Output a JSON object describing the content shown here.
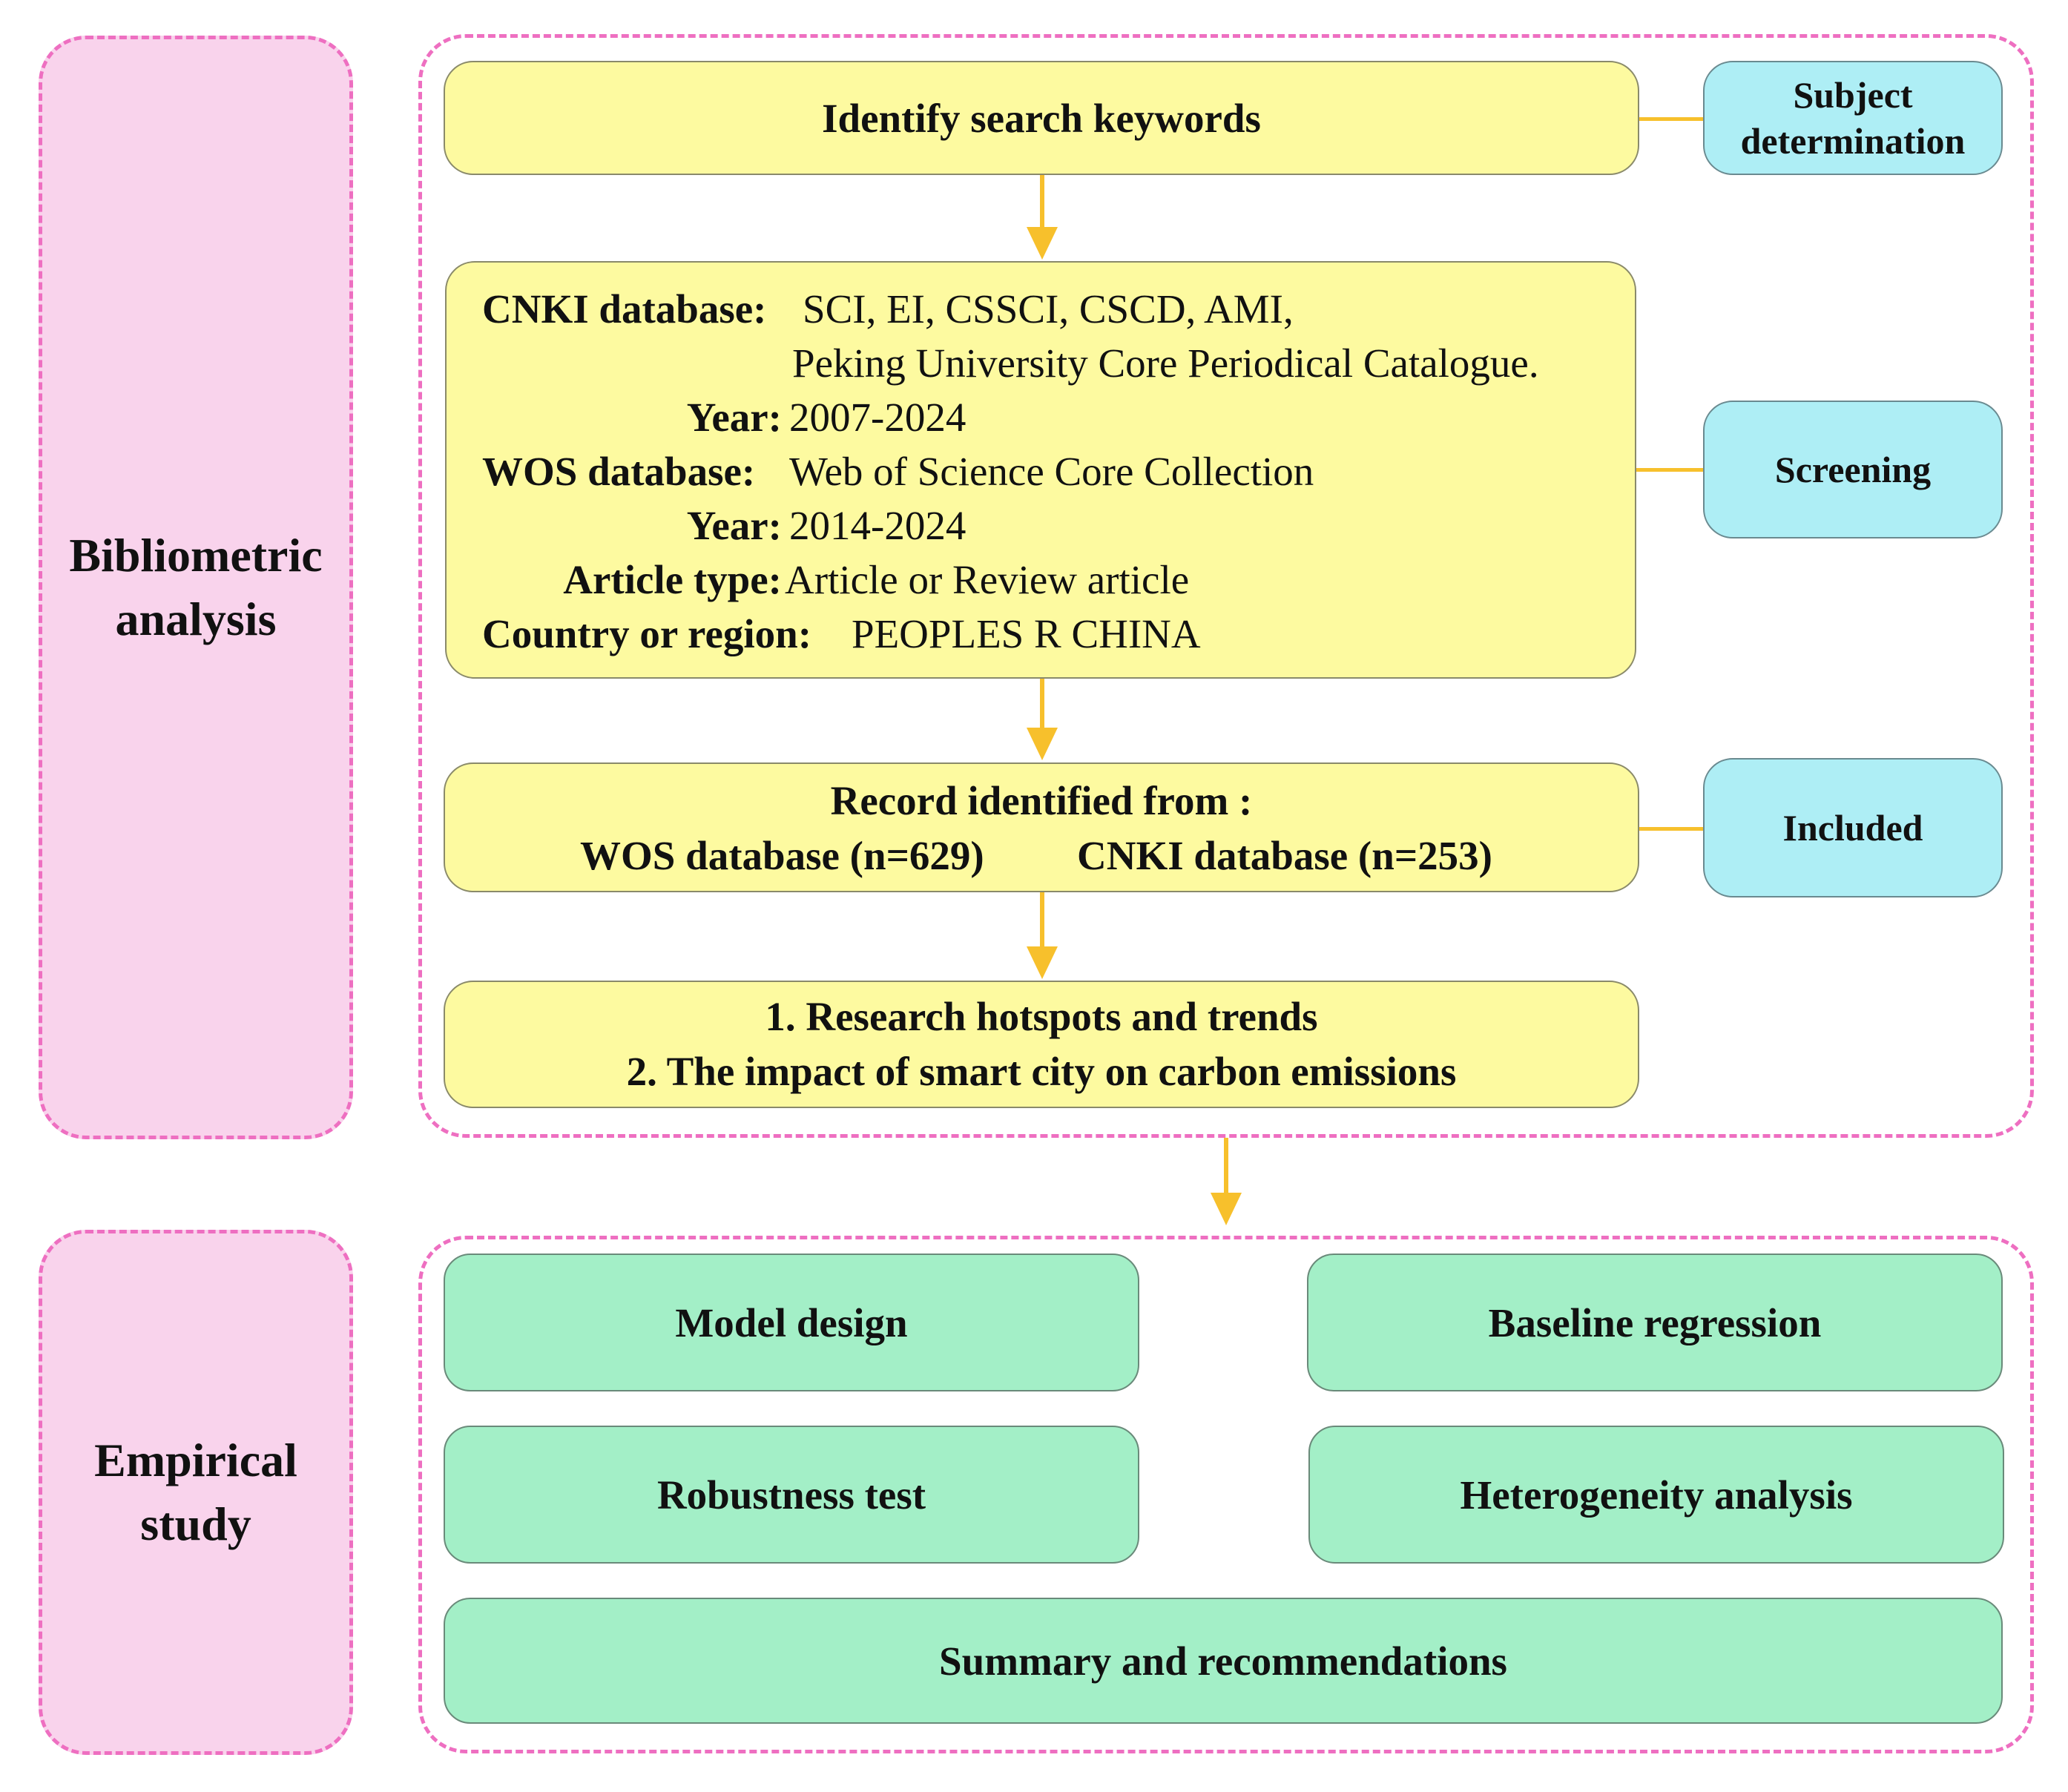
{
  "sections": {
    "bibliometric": "Bibliometric analysis",
    "empirical": "Empirical study"
  },
  "flow": {
    "keywords": "Identify search keywords",
    "criteria": [
      {
        "label": "CNKI database:",
        "value": "SCI, EI, CSSCI, CSCD, AMI,"
      },
      {
        "label": "",
        "value": "Peking University Core Periodical Catalogue."
      },
      {
        "label": "Year:",
        "value": "2007-2024"
      },
      {
        "label": "WOS database:",
        "value": "Web of Science Core Collection"
      },
      {
        "label": "Year:",
        "value": "2014-2024"
      },
      {
        "label": "Article type:",
        "value": "Article or Review article"
      },
      {
        "label": "Country or region:",
        "value": "PEOPLES R CHINA"
      }
    ],
    "records": {
      "title": "Record identified from :",
      "wos": "WOS database (n=629)",
      "cnki": "CNKI database (n=253)"
    },
    "outputs": [
      "1. Research hotspots and trends",
      "2. The impact of smart city on carbon emissions"
    ]
  },
  "stages": {
    "subject": "Subject determination",
    "screening": "Screening",
    "included": "Included"
  },
  "empirical": {
    "model": "Model design",
    "baseline": "Baseline regression",
    "robustness": "Robustness test",
    "heterogeneity": "Heterogeneity analysis",
    "summary": "Summary and recommendations"
  },
  "colors": {
    "pink_border": "#ee6fc1",
    "pink_fill": "#f9d3ec",
    "yellow_box": "#fdfaa0",
    "blue_box": "#aeeef5",
    "green_box": "#a3efc7",
    "arrow": "#f7c02c"
  }
}
